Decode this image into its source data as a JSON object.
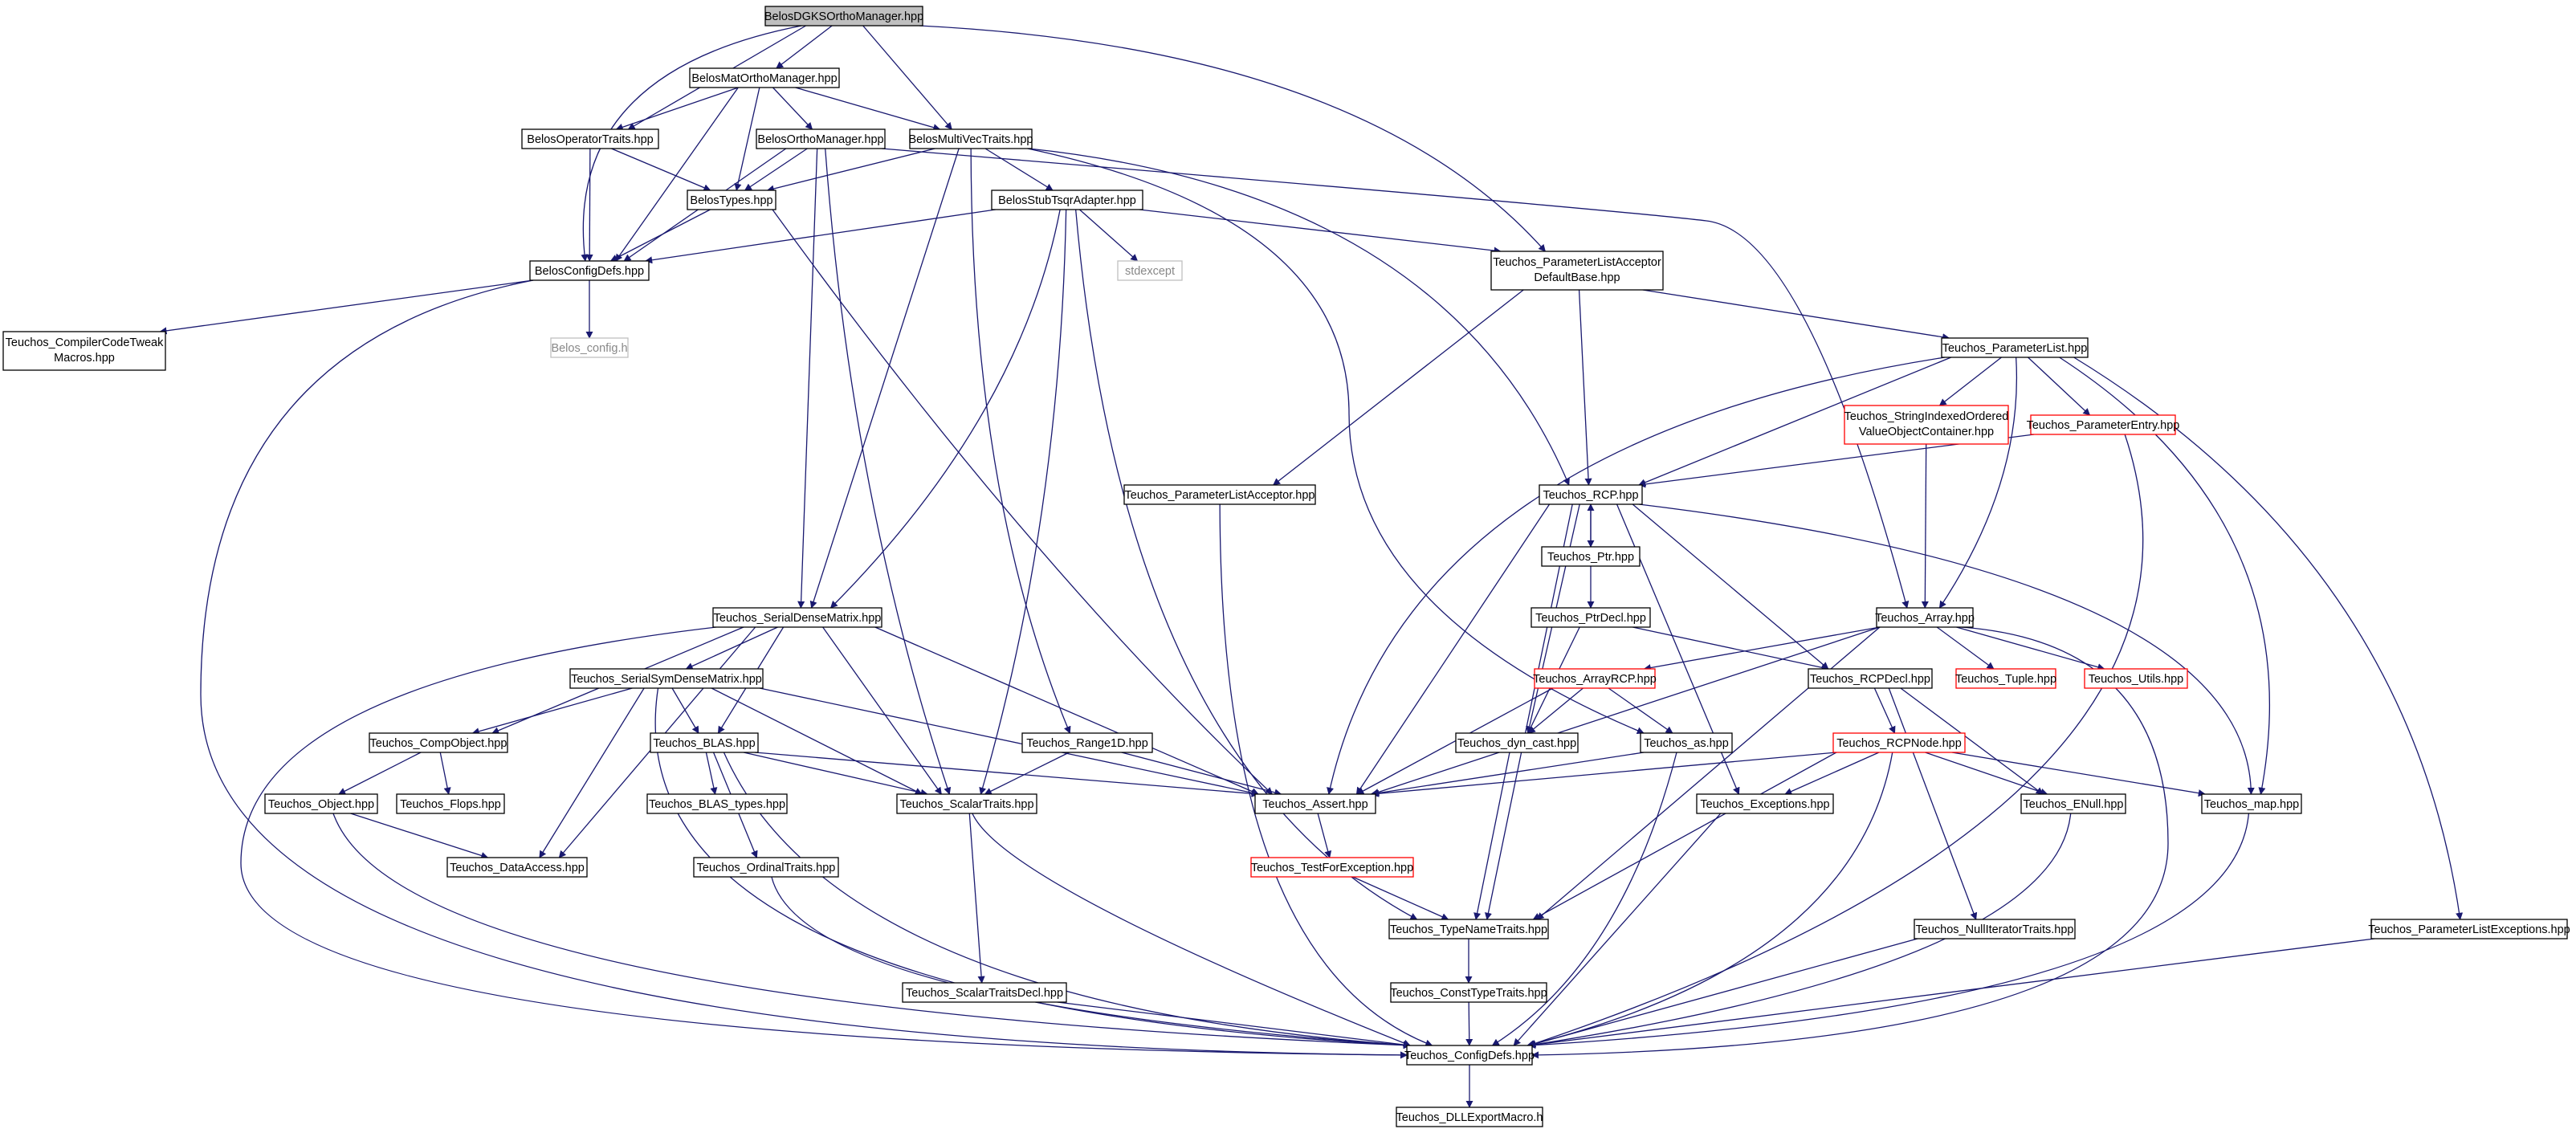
{
  "colors": {
    "edge": "#191970",
    "box_black": "#000000",
    "box_red": "#ff0000",
    "box_grey": "#bfbfbf",
    "root_fill": "#bfbfbf"
  },
  "nodes": {
    "n0": "BelosDGKSOrthoManager.hpp",
    "n1": "BelosMatOrthoManager.hpp",
    "n2": "BelosOperatorTraits.hpp",
    "n3": "BelosOrthoManager.hpp",
    "n4": "BelosMultiVecTraits.hpp",
    "n5": "BelosTypes.hpp",
    "n6": "BelosStubTsqrAdapter.hpp",
    "n7": "BelosConfigDefs.hpp",
    "n8": "stdexcept",
    "n9a": "Teuchos_ParameterListAcceptor",
    "n9b": "DefaultBase.hpp",
    "n10a": "Teuchos_CompilerCodeTweak",
    "n10b": "Macros.hpp",
    "n11": "Belos_config.h",
    "n12": "Teuchos_ParameterList.hpp",
    "n13a": "Teuchos_StringIndexedOrdered",
    "n13b": "ValueObjectContainer.hpp",
    "n14": "Teuchos_ParameterEntry.hpp",
    "n15": "Teuchos_ParameterListAcceptor.hpp",
    "n16": "Teuchos_RCP.hpp",
    "n17": "Teuchos_Ptr.hpp",
    "n18": "Teuchos_PtrDecl.hpp",
    "n19": "Teuchos_SerialDenseMatrix.hpp",
    "n20": "Teuchos_Array.hpp",
    "n21": "Teuchos_SerialSymDenseMatrix.hpp",
    "n22": "Teuchos_ArrayRCP.hpp",
    "n23": "Teuchos_RCPDecl.hpp",
    "n24": "Teuchos_Tuple.hpp",
    "n25": "Teuchos_Utils.hpp",
    "n26": "Teuchos_CompObject.hpp",
    "n27": "Teuchos_BLAS.hpp",
    "n28": "Teuchos_Range1D.hpp",
    "n29": "Teuchos_dyn_cast.hpp",
    "n30": "Teuchos_as.hpp",
    "n31": "Teuchos_RCPNode.hpp",
    "n32": "Teuchos_Object.hpp",
    "n33": "Teuchos_Flops.hpp",
    "n34": "Teuchos_BLAS_types.hpp",
    "n35": "Teuchos_ScalarTraits.hpp",
    "n36": "Teuchos_Assert.hpp",
    "n37": "Teuchos_Exceptions.hpp",
    "n38": "Teuchos_ENull.hpp",
    "n39": "Teuchos_map.hpp",
    "n40": "Teuchos_DataAccess.hpp",
    "n41": "Teuchos_OrdinalTraits.hpp",
    "n42": "Teuchos_TestForException.hpp",
    "n43": "Teuchos_TypeNameTraits.hpp",
    "n44": "Teuchos_NullIteratorTraits.hpp",
    "n45": "Teuchos_ParameterListExceptions.hpp",
    "n46": "Teuchos_ScalarTraitsDecl.hpp",
    "n47": "Teuchos_ConstTypeTraits.hpp",
    "n48": "Teuchos_ConfigDefs.hpp",
    "n49": "Teuchos_DLLExportMacro.h"
  }
}
